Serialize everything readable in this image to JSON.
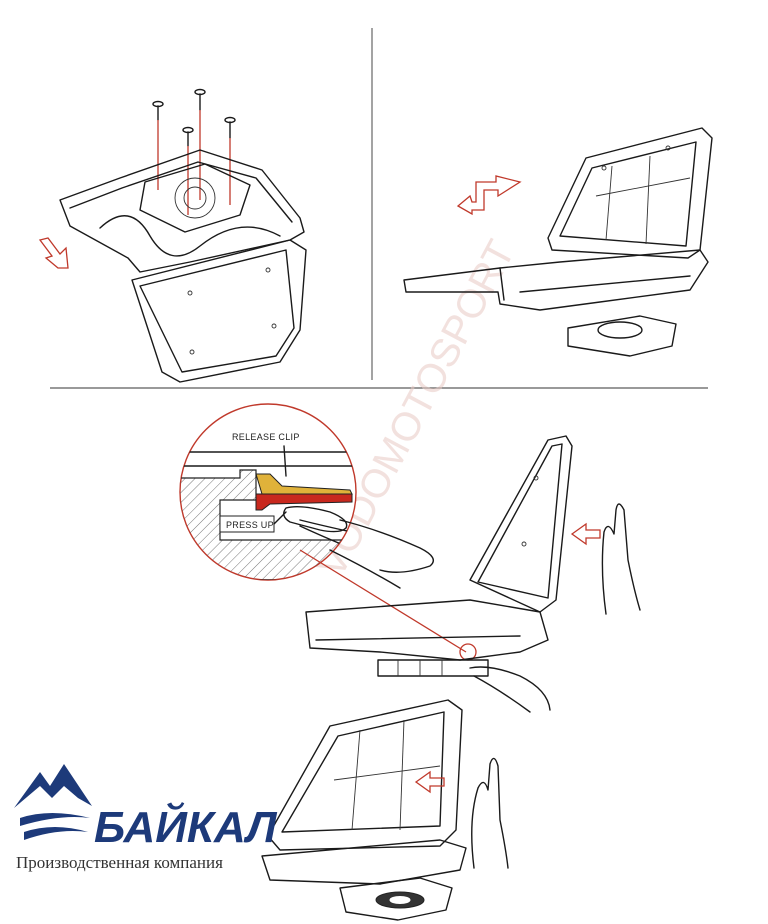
{
  "callout": {
    "release_clip_label": "RELEASE CLIP",
    "press_up_label": "PRESS UP"
  },
  "watermark": {
    "text": "VODOMOTOSPORT"
  },
  "logo": {
    "brand_name": "БАЙКАЛ",
    "tagline": "Производственная компания",
    "brand_color": "#1d3a7a"
  },
  "colors": {
    "arrow_red": "#c0392b",
    "clip_yellow": "#e0b23a",
    "clip_red": "#c8281e"
  }
}
